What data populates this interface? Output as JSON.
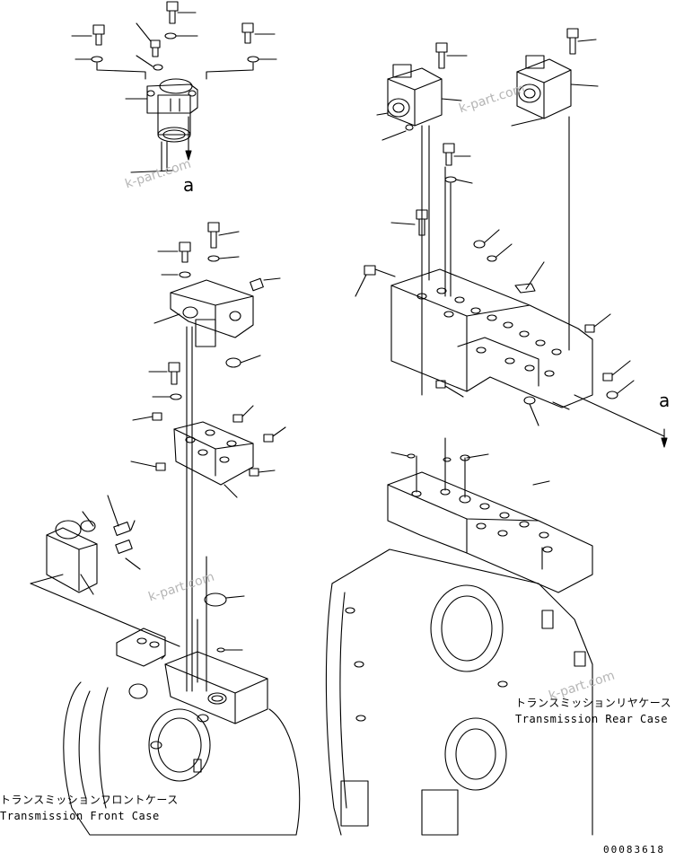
{
  "labels": {
    "front_case_jp": "トランスミッションフロントケース",
    "front_case_en": "Transmission Front Case",
    "rear_case_jp": "トランスミッションリヤケース",
    "rear_case_en": "Transmission Rear Case"
  },
  "reference_marks": {
    "top_a": "a",
    "right_a": "a"
  },
  "watermark": "k-part.com",
  "document_number": "00083618"
}
